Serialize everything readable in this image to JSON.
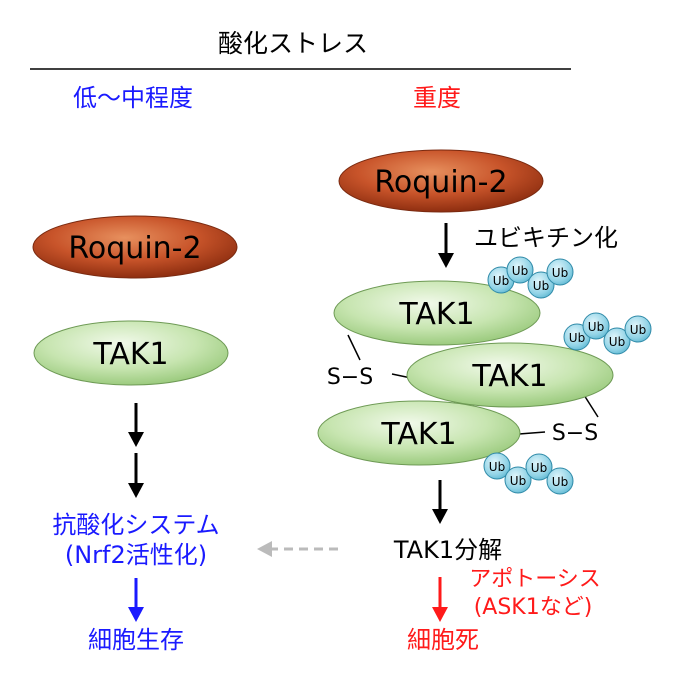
{
  "title": "酸化ストレス",
  "left_heading": "低〜中程度",
  "right_heading": "重度",
  "left": {
    "roquin": "Roquin-2",
    "tak1": "TAK1",
    "antioxidant_line1": "抗酸化システム",
    "antioxidant_line2": "(Nrf2活性化)",
    "survival": "細胞生存"
  },
  "right": {
    "roquin": "Roquin-2",
    "ubiquitination": "ユビキチン化",
    "tak1_top": "TAK1",
    "tak1_middle": "TAK1",
    "tak1_bottom": "TAK1",
    "disulfide_left": "S−S",
    "disulfide_right": "S−S",
    "ub_label": "Ub",
    "degradation": "TAK1分解",
    "apoptosis_line1": "アポトーシス",
    "apoptosis_line2": "(ASK1など)",
    "death": "細胞死"
  },
  "colors": {
    "blue": "#1a1aff",
    "red": "#ff1a1a",
    "roquin_fill": "#c8542a",
    "tak1_fill": "#bfe0a8",
    "ub_fill": "#8fd3e6",
    "dashed_arrow": "#bbbbbb"
  }
}
